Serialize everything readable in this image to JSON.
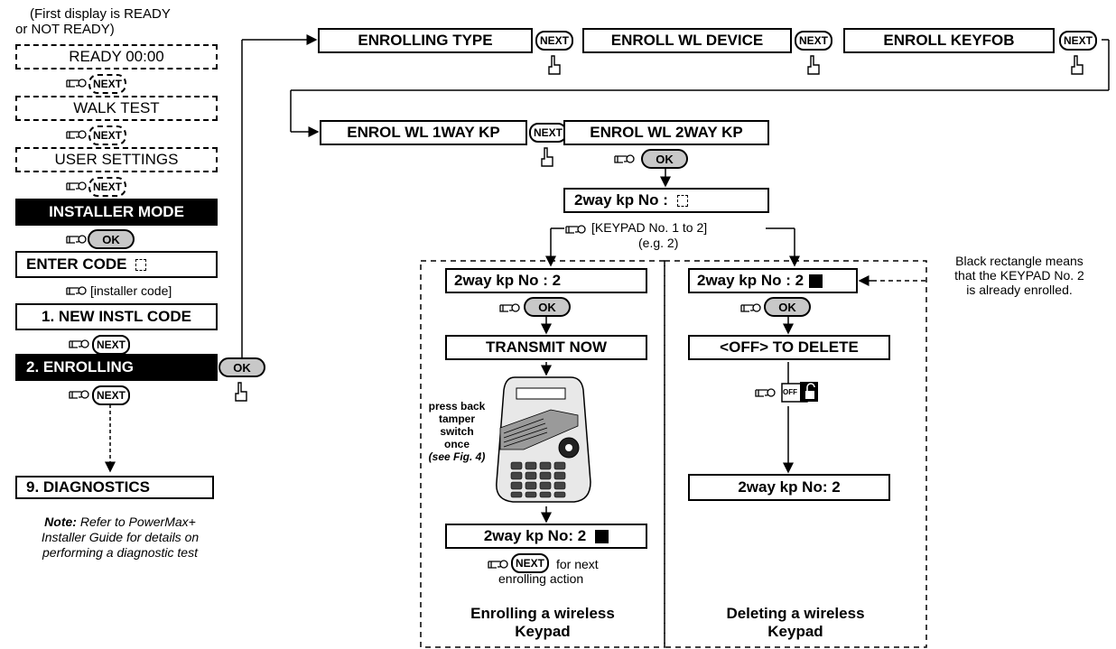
{
  "left": {
    "intro": [
      "(First display is READY",
      "or NOT READY)"
    ],
    "ready": "READY 00:00",
    "walk_test": "WALK TEST",
    "user_settings": "USER SETTINGS",
    "installer_mode": "INSTALLER MODE",
    "enter_code": "ENTER CODE",
    "installer_code": "[installer code]",
    "new_instl_code": "1. NEW INSTL CODE",
    "enrolling": "2. ENROLLING",
    "diagnostics": "9. DIAGNOSTICS",
    "note_bold": "Note:",
    "note_rest": "Refer to PowerMax+",
    "note_line2": "Installer Guide for details on",
    "note_line3": "performing a diagnostic test"
  },
  "buttons": {
    "next": "NEXT",
    "ok": "OK",
    "off": "OFF"
  },
  "top": {
    "enrolling_type": "ENROLLING TYPE",
    "enroll_wl_device": "ENROLL WL DEVICE",
    "enroll_keyfob": "ENROLL KEYFOB",
    "enrol_1way": "ENROL WL 1WAY KP",
    "enrol_2way": "ENROL WL 2WAY KP",
    "kp_prompt": "2way kp No :",
    "keypad_range": "[KEYPAD No. 1 to 2]",
    "example": "(e.g. 2)"
  },
  "enroll_panel": {
    "kp_no": "2way kp No :  2",
    "transmit": "TRANSMIT NOW",
    "press_note": [
      "press back",
      "tamper",
      "switch",
      "once"
    ],
    "see_fig": "(see Fig. 4)",
    "result": "2way kp No: 2",
    "next_action_1": "for next",
    "next_action_2": "enrolling action",
    "title_1": "Enrolling a wireless",
    "title_2": "Keypad"
  },
  "delete_panel": {
    "kp_no": "2way kp No :  2",
    "off_delete": "<OFF> TO DELETE",
    "result": "2way kp No: 2",
    "title_1": "Deleting a wireless",
    "title_2": "Keypad"
  },
  "side_note": [
    "Black rectangle means",
    "that the KEYPAD No. 2",
    "is already enrolled."
  ]
}
